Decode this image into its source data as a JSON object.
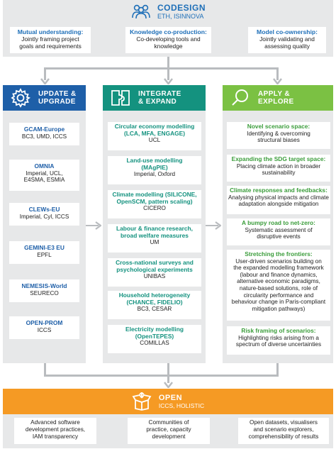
{
  "codesign": {
    "title": "CODESIGN",
    "subtitle": "ETH, ISINNOVA",
    "boxes": [
      {
        "heading": "Mutual understanding:",
        "text1": "Jointly framing project",
        "text2": "goals and requirements"
      },
      {
        "heading": "Knowledge co-production:",
        "text1": "Co-developing tools and",
        "text2": "knowledge"
      },
      {
        "heading": "Model co-ownership:",
        "text1": "Jointly validating and",
        "text2": "assessing quality"
      }
    ]
  },
  "update": {
    "title1": "UPDATE &",
    "title2": "UPGRADE",
    "color": "#1e5fa8",
    "models": [
      {
        "name": "GCAM-Europe",
        "line1": "BC3, UMD, ICCS",
        "line2": ""
      },
      {
        "name": "OMNIA",
        "line1": "Imperial, UCL,",
        "line2": "E4SMA, ESMIA"
      },
      {
        "name": "CLEWs-EU",
        "line1": "Imperial, Cyl, ICCS",
        "line2": ""
      },
      {
        "name": "GEMINI-E3 EU",
        "line1": "EPFL",
        "line2": ""
      },
      {
        "name": "NEMESIS-World",
        "line1": "SEURECO",
        "line2": ""
      },
      {
        "name": "OPEN-PROM",
        "line1": "ICCS",
        "line2": ""
      }
    ]
  },
  "integrate": {
    "title1": "INTEGRATE",
    "title2": "& EXPAND",
    "color": "#14927f",
    "items": [
      {
        "h1": "Circular economy modelling",
        "h2": "(LCA, MFA, ENGAGE)",
        "org": "UCL"
      },
      {
        "h1": "Land-use modelling",
        "h2": "(MAgPIE)",
        "org": "Imperial, Oxford"
      },
      {
        "h1": "Climate modelling (SILICONE,",
        "h2": "OpenSCM, pattern scaling)",
        "org": "CICERO"
      },
      {
        "h1": "Labour & finance research,",
        "h2": "broad welfare measures",
        "org": "UM"
      },
      {
        "h1": "Cross-national surveys and",
        "h2": "psychological experiments",
        "org": "UNIBAS"
      },
      {
        "h1": "Household heterogeneity",
        "h2": "(CHANCE, FIDELIO)",
        "org": "BC3, CESAR"
      },
      {
        "h1": "Electricity modelling",
        "h2": "(OpenTEPES)",
        "org": "COMILLAS"
      }
    ]
  },
  "apply": {
    "title1": "APPLY &",
    "title2": "EXPLORE",
    "color": "#3b9d3b",
    "items": [
      {
        "h": "Novel scenario space:",
        "lines": [
          "Identifying & overcoming",
          "structural biases"
        ]
      },
      {
        "h": "Expanding the SDG target space:",
        "lines": [
          "Placing climate action in broader",
          "sustainability"
        ]
      },
      {
        "h": "Climate responses and feedbacks:",
        "lines": [
          "Analysing physical impacts and climate",
          "adaptation alongside mitigation"
        ]
      },
      {
        "h": "A bumpy road to net-zero:",
        "lines": [
          "Systematic assessment of",
          "disruptive events"
        ]
      },
      {
        "h": "Stretching the frontiers:",
        "lines": [
          "User-driven scenarios building on",
          "the expanded modelling framework",
          "(labour and finance dynamics,",
          "alternative economic paradigms,",
          "nature-based solutions, role of",
          "circularity performance and",
          "behaviour change in Paris-compliant",
          "mitigation pathways)"
        ]
      },
      {
        "h": "Risk framing of scenarios:",
        "lines": [
          "Highlighting risks arising from a",
          "spectrum of diverse uncertainties"
        ]
      }
    ]
  },
  "open": {
    "title": "OPEN",
    "subtitle": "ICCS, HOLISTIC",
    "color": "#f59a24",
    "boxes": [
      {
        "l1": "Advanced software",
        "l2": "development practices,",
        "l3": "IAM transparency"
      },
      {
        "l1": "Communities of",
        "l2": "practice, capacity",
        "l3": "development"
      },
      {
        "l1": "Open datasets, visualisers",
        "l2": "and scenario explorers,",
        "l3": "comprehensibility of results"
      }
    ]
  },
  "icons": [
    "people-icon",
    "gear-icon",
    "puzzle-icon",
    "magnifier-icon",
    "open-box-icon"
  ]
}
